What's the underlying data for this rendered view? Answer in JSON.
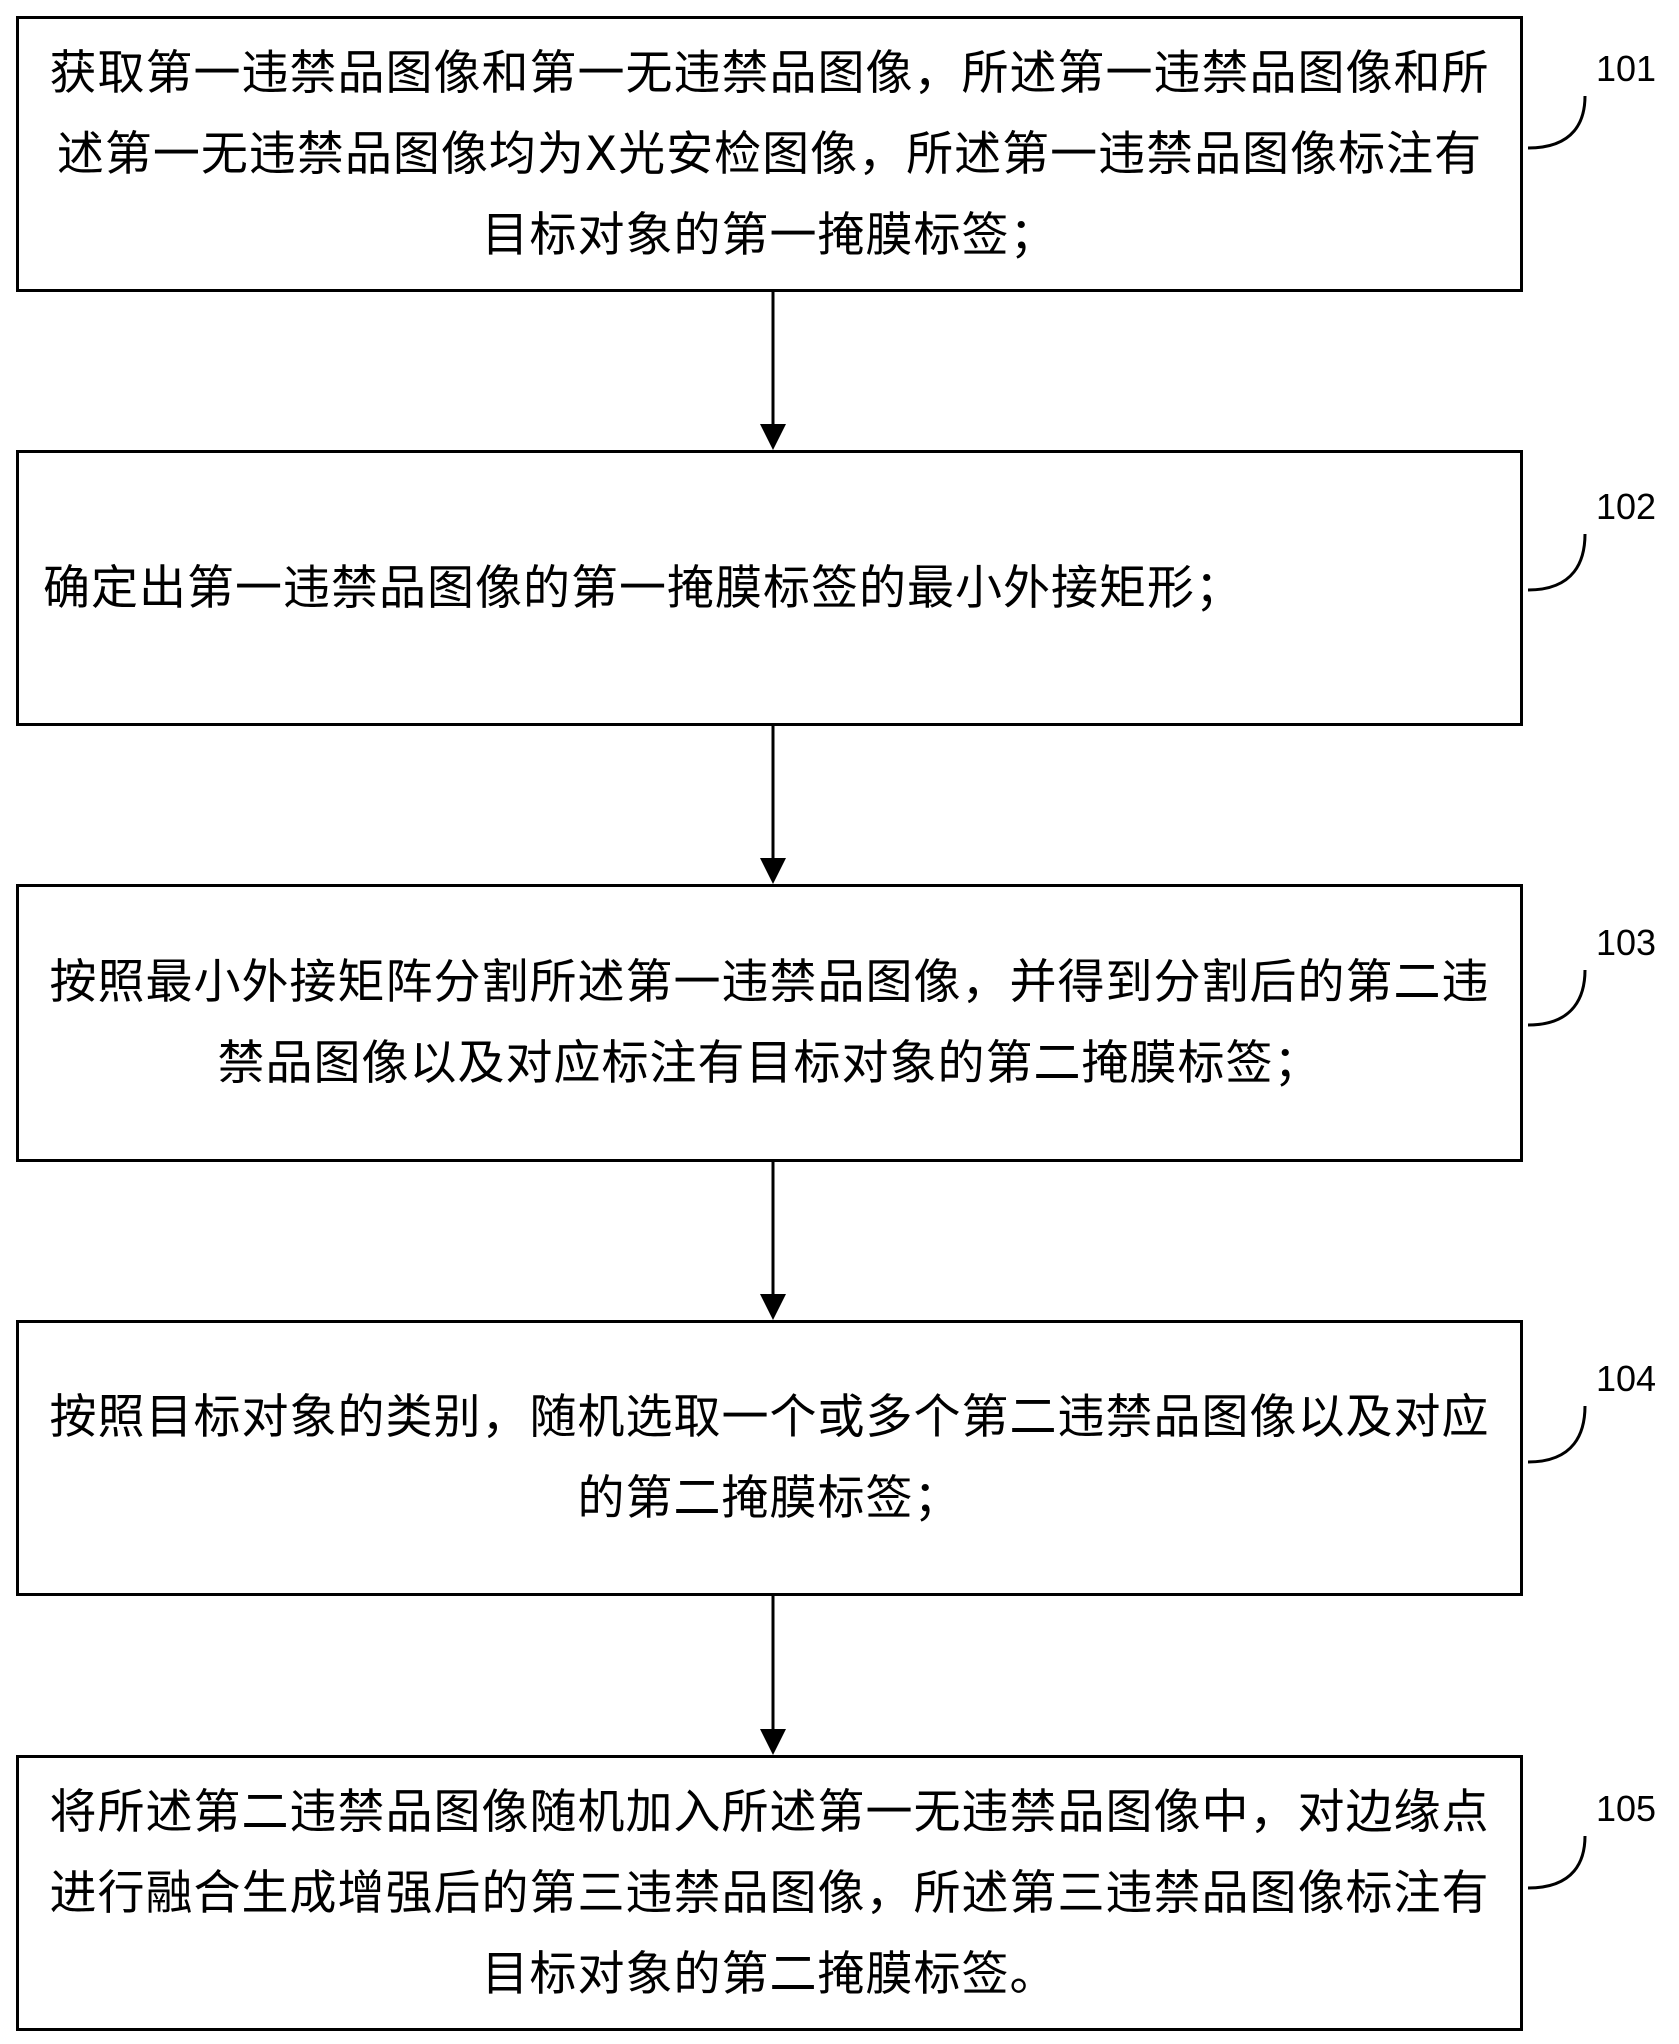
{
  "steps": [
    {
      "id": "101",
      "text": "获取第一违禁品图像和第一无违禁品图像，所述第一违禁品图像和所述第一无违禁品图像均为X光安检图像，所述第一违禁品图像标注有目标对象的第一掩膜标签；"
    },
    {
      "id": "102",
      "text": "确定出第一违禁品图像的第一掩膜标签的最小外接矩形；"
    },
    {
      "id": "103",
      "text": "按照最小外接矩阵分割所述第一违禁品图像，并得到分割后的第二违禁品图像以及对应标注有目标对象的第二掩膜标签；"
    },
    {
      "id": "104",
      "text": "按照目标对象的类别，随机选取一个或多个第二违禁品图像以及对应的第二掩膜标签；"
    },
    {
      "id": "105",
      "text": "将所述第二违禁品图像随机加入所述第一无违禁品图像中，对边缘点进行融合生成增强后的第三违禁品图像，所述第三违禁品图像标注有目标对象的第二掩膜标签。"
    }
  ]
}
